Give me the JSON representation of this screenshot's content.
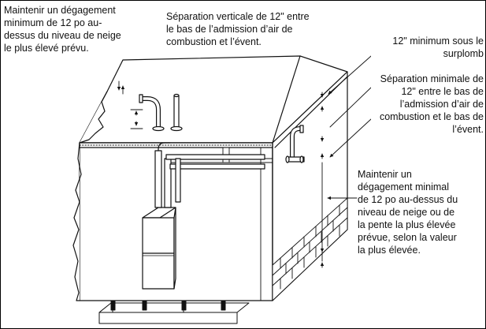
{
  "annotations": {
    "snow_clearance": "Maintenir un dégagement\nminimum de 12 po au-\ndessus du niveau de neige\nle plus élevé prévu.",
    "vertical_separation": "Séparation verticale de 12\" entre\nle bas de l’admission d’air de\ncombustion et l’évent.",
    "overhang_minimum": "12\" minimum sous le\nsurplomb",
    "minimum_separation": "Séparation minimale de\n12\" entre le bas de\nl’admission d’air de\ncombustion et le bas de\nl’évent.",
    "snow_or_slope_clearance": "Maintenir un\ndégagement minimal\nde 12 po au-dessus du\nniveau de neige ou de\nla pente la plus élevée\nprévue, selon la valeur\nla plus élevée."
  },
  "colors": {
    "line": "#111111",
    "background": "#ffffff"
  }
}
